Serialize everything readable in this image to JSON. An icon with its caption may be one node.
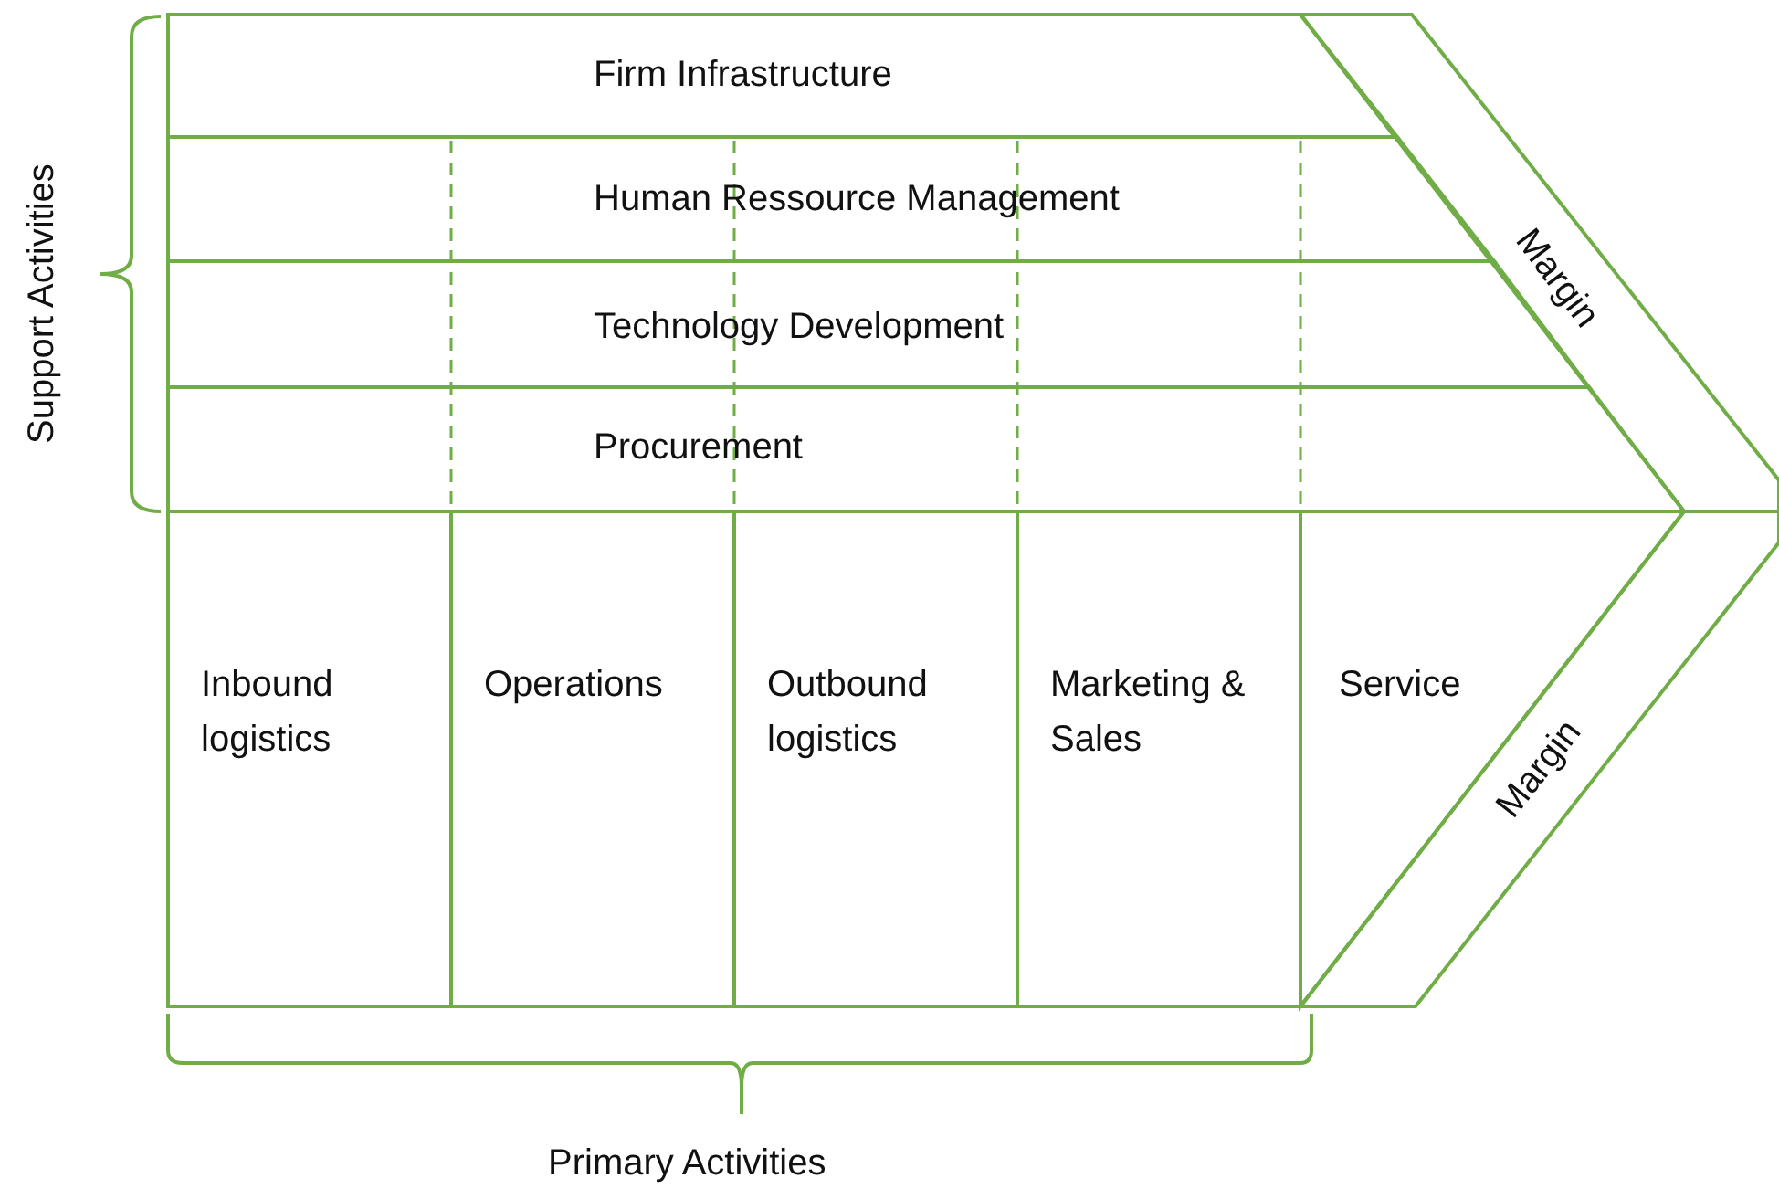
{
  "diagram": {
    "nodes": [
      {
        "text": [
          "Firm Infrastructure"
        ]
      },
      {
        "text": [
          "Human Ressource Management"
        ]
      },
      {
        "text": [
          "Technology Development"
        ]
      },
      {
        "text": [
          "Procurement"
        ]
      },
      {
        "text": [
          "Inbound logistics"
        ]
      },
      {
        "text": [
          "Operations"
        ]
      },
      {
        "text": [
          "Outbound logistics"
        ]
      },
      {
        "text": [
          "Marketing & Sales"
        ]
      },
      {
        "text": [
          "Service"
        ]
      },
      {
        "text": [
          "Margin"
        ]
      },
      {
        "text": [
          "Margin"
        ]
      }
    ],
    "labels": [
      "Support Activities",
      "Primary Activities"
    ]
  }
}
